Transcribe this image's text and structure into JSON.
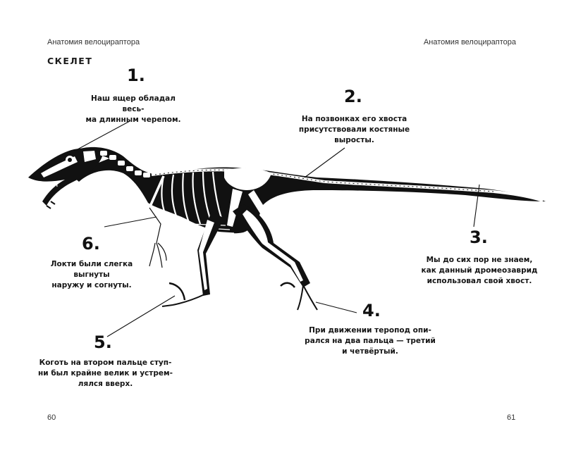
{
  "header": {
    "left": "Анатомия велоцираптора",
    "right": "Анатомия велоцираптора"
  },
  "section_title": "СКЕЛЕТ",
  "callouts": [
    {
      "number": "1.",
      "text": "Наш ящер обладал весь-\nма длинным черепом."
    },
    {
      "number": "2.",
      "text": "На позвонках его хвоста\nприсутствовали костяные\nвыросты."
    },
    {
      "number": "3.",
      "text": "Мы до сих пор не знаем,\nкак данный дромеозаврид\nиспользовал свой хвост."
    },
    {
      "number": "4.",
      "text": "При движении теропод опи-\nрался на два пальца — третий\nи четвёртый."
    },
    {
      "number": "5.",
      "text": "Коготь на втором пальце ступ-\nни был крайне велик и устрем-\nлялся вверх."
    },
    {
      "number": "6.",
      "text": "Локти были слегка выгнуты\nнаружу и согнуты."
    }
  ],
  "page_numbers": {
    "left": "60",
    "right": "61"
  },
  "colors": {
    "ink": "#111111",
    "bone": "#ffffff",
    "paper": "#ffffff"
  }
}
